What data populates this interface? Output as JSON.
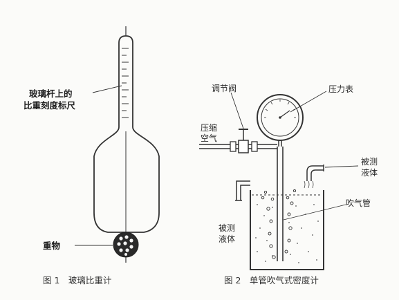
{
  "figure1": {
    "label_scale_line1": "玻璃杆上的",
    "label_scale_line2": "比重刻度标尺",
    "label_weight": "重物",
    "caption": "图 1　玻璃比重计"
  },
  "figure2": {
    "label_valve": "调节阀",
    "label_gauge": "压力表",
    "label_air_line1": "压缩",
    "label_air_line2": "空气",
    "label_liquid_in_line1": "被测",
    "label_liquid_in_line2": "液体",
    "label_liquid_out_line1": "被测",
    "label_liquid_out_line2": "液体",
    "label_tube": "吹气管",
    "caption": "图 2　单管吹气式密度计"
  }
}
